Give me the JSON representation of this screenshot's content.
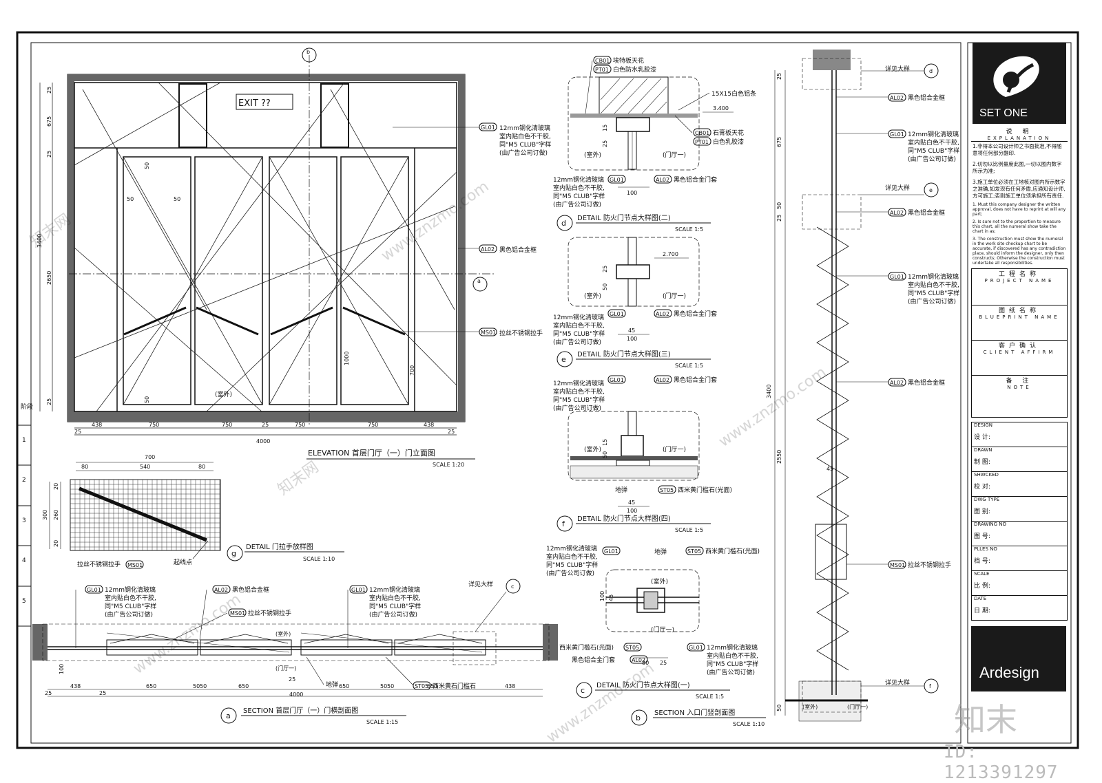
{
  "elevation": {
    "title": "ELEVATION  首层门厅（一）门立面图",
    "scale": "SCALE  1:20",
    "exit_sign": "EXIT  ??",
    "dims_bottom": [
      "438",
      "25",
      "750",
      "750",
      "25",
      "750",
      "750",
      "438",
      "25"
    ],
    "total": "4000",
    "dims_left": [
      "25",
      "675",
      "25",
      "2650",
      "25",
      "3400"
    ],
    "inner_dims": [
      "50",
      "50",
      "50",
      "50",
      "1000",
      "700"
    ],
    "outside_label": "(室外)",
    "callout_gl01": "12mm钢化清玻璃",
    "callout_gl01_l2": "室内贴白色不干胶,",
    "callout_gl01_l3": "同\"M5 CLUB\"字样",
    "callout_gl01_l4": "(由广告公司订做)",
    "callout_al02": "黑色铝合金框",
    "callout_ms01": "拉丝不锈钢拉手"
  },
  "tags": {
    "gl01": "GL01",
    "al02": "AL02",
    "ms01": "MS01",
    "cb01": "CB01",
    "pt01": "PT01",
    "st05": "ST05"
  },
  "detail_d": {
    "title": "DETAIL   防火门节点大样图(二)",
    "letter": "d",
    "scale": "SCALE  1:5",
    "cb01": "埃特板天花",
    "pt01": "白色防水乳胶漆",
    "strip": "15X15白色铝条",
    "elev": "3.400",
    "cb01b": "石膏板天花",
    "pt01b": "白色乳胶漆",
    "dim": "100",
    "dims_v": [
      "15",
      "25"
    ],
    "al02": "黑色铝合金门套",
    "outside": "(室外)",
    "inside": "(门厅一)"
  },
  "detail_e": {
    "title": "DETAIL   防火门节点大样图(三)",
    "letter": "e",
    "scale": "SCALE  1:5",
    "elev": "2.700",
    "dims": [
      "25",
      "50",
      "45",
      "100"
    ],
    "outside": "(室外)",
    "inside": "(门厅一)",
    "al02": "黑色铝合金门套"
  },
  "detail_f": {
    "title": "DETAIL   防火门节点大样图(四)",
    "letter": "f",
    "scale": "SCALE  1:5",
    "al02": "黑色铝合金门套",
    "floor_spring": "地弹",
    "st05": "西米黄门槛石(光面)",
    "dims": [
      "15",
      "50",
      "45",
      "100"
    ],
    "outside": "(室外)",
    "inside": "(门厅一)"
  },
  "detail_c": {
    "title": "DETAIL   防火门节点大样图(一)",
    "letter": "c",
    "scale": "SCALE  1:5",
    "floor_spring": "地弹",
    "st05": "西米黄门槛石(光面)",
    "st05b": "西米黄门槛石(光面)",
    "al02": "黑色铝合金门套",
    "dims": [
      "100",
      "45",
      "80",
      "25"
    ],
    "outside": "(室外)",
    "inside": "(门厅一)"
  },
  "detail_g": {
    "title": "DETAIL   门拉手放样图",
    "letter": "g",
    "scale": "SCALE  1:10",
    "dims_top": [
      "700",
      "80",
      "540",
      "80"
    ],
    "dims_left": [
      "300",
      "260",
      "20",
      "20"
    ],
    "ms01": "拉丝不锈钢拉手",
    "start_point": "起线点"
  },
  "section_a": {
    "title": "SECTION   首层门厅（一）门横剖面图",
    "letter": "a",
    "scale": "SCALE  1:15",
    "dims": [
      "438",
      "25",
      "650",
      "50",
      "50",
      "650",
      "25",
      "650",
      "50",
      "50",
      "650",
      "438",
      "25"
    ],
    "total": "4000",
    "see_detail": "详见大样",
    "detail_ref": "c",
    "floor_spring": "地弹",
    "st05": "西米黄石门槛石",
    "outside": "(室外)",
    "inside": "(门厅一)",
    "dim_v": "100"
  },
  "section_b": {
    "title": "SECTION      入口门竖剖面图",
    "letter": "b",
    "scale": "SCALE  1:10",
    "see_detail": "详见大样",
    "ref_d": "d",
    "ref_e": "e",
    "ref_f": "f",
    "dims": [
      "25",
      "675",
      "50",
      "25",
      "3400",
      "2550",
      "50"
    ],
    "dim_45": "45",
    "outside": "(室外)",
    "inside": "(门厅一)"
  },
  "stages": {
    "label": "阶段",
    "items": [
      "1",
      "2",
      "3",
      "4",
      "5"
    ]
  },
  "title_block": {
    "company": "SET ONE",
    "explanation_cn": "说    明",
    "explanation_en": "EXPLANATION",
    "notes_cn": [
      "1.非得本公司设计师之书面批准,不得随意将任何部分翻印.",
      "2.切勿以比例量度此图,一切以图内数字所示为准;",
      "3.施工单位必须在工地核对图内所示数字之准确,如发现有任何矛盾,应通知设计师,方可施工;否则施工单位须承担所有责任."
    ],
    "notes_en": [
      "1. Must this company designer the written approval, does not have to reprint at will any part;",
      "2. Is sure not to the proportion to measure this chart, all the numeral show take the chart in as;",
      "3. The construction must show the numeral in the work site checkup chart to be accurate, if discovered has any contradiction place, should inform the designer, only then constructs; Otherwise the construction must undertake all responsibilities."
    ],
    "rows": [
      {
        "cn": "工程名称",
        "en": "PROJECT NAME"
      },
      {
        "cn": "图纸名称",
        "en": "BLUEPRINT NAME"
      },
      {
        "cn": "客户确认",
        "en": "CLIENT AFFIRM"
      },
      {
        "cn": "备    注",
        "en": "NOTE"
      }
    ],
    "fields": [
      {
        "en": "DESIGN",
        "cn": "设    计:"
      },
      {
        "en": "DRAWN",
        "cn": "制    图:"
      },
      {
        "en": "SHWCKED",
        "cn": "校    对:"
      },
      {
        "en": "DWG TYPE",
        "cn": "图    别:"
      },
      {
        "en": "DRAWING NO",
        "cn": "图    号:"
      },
      {
        "en": "PLLES NO",
        "cn": "档    号:"
      },
      {
        "en": "SCALE",
        "cn": "比    例:"
      },
      {
        "en": "DATE",
        "cn": "日    期:"
      }
    ],
    "brand": "Ardesign"
  },
  "watermark": {
    "site": "www.znzmo.com",
    "cn": "知末网",
    "logo": "知末"
  },
  "image_id": "ID: 1213391297"
}
